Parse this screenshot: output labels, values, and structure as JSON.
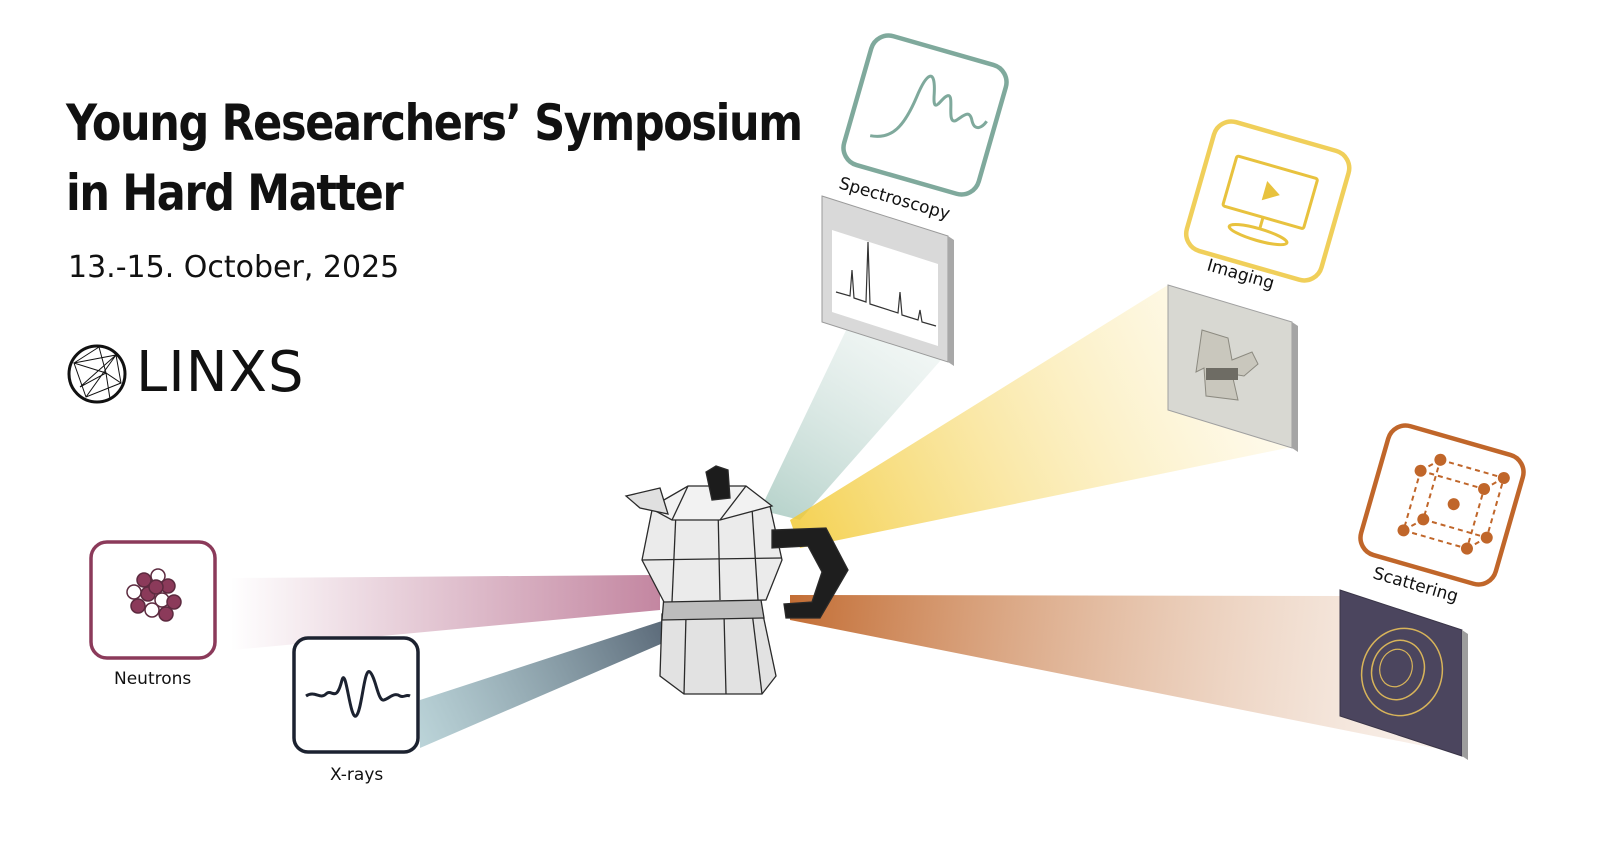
{
  "header": {
    "title_line1": "Young Researchers’ Symposium",
    "title_line2": "in Hard Matter",
    "dates": "13.-15. October, 2025"
  },
  "logo": {
    "text": "LINXS",
    "icon": "network-globe-icon"
  },
  "sources": {
    "neutrons": {
      "label": "Neutrons",
      "icon": "neutron-nucleus-icon",
      "color": "#8b3a5a"
    },
    "xrays": {
      "label": "X-rays",
      "icon": "wave-packet-icon",
      "color": "#1c2230"
    }
  },
  "techniques": {
    "spectroscopy": {
      "label": "Spectroscopy",
      "icon": "spectrum-graph-icon",
      "color": "#7fa99c"
    },
    "imaging": {
      "label": "Imaging",
      "icon": "monitor-play-icon",
      "color": "#f0cf5a"
    },
    "scattering": {
      "label": "Scattering",
      "icon": "crystal-lattice-icon",
      "color": "#c0662a"
    }
  },
  "center": {
    "icon": "moka-pot-icon"
  }
}
